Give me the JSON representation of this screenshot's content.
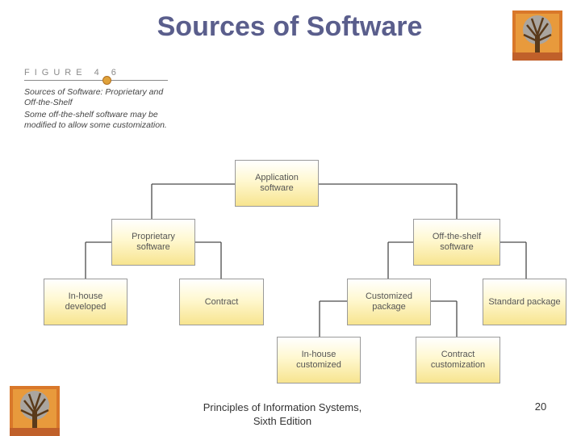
{
  "slide_title": "Sources of Software",
  "figure": {
    "label": "FIGURE 4 6",
    "caption_title": "Sources of Software: Proprietary and Off-the-Shelf",
    "caption_body": "Some off-the-shelf software may be modified to allow some customization."
  },
  "diagram": {
    "root": "Application software",
    "proprietary": "Proprietary software",
    "off_the_shelf": "Off-the-shelf software",
    "in_house": "In-house developed",
    "contract": "Contract",
    "customized_package": "Customized package",
    "standard_package": "Standard package",
    "in_house_customized": "In-house customized",
    "contract_customization": "Contract customization"
  },
  "footer": {
    "line1": "Principles of Information Systems,",
    "line2": "Sixth Edition",
    "page_number": "20"
  }
}
